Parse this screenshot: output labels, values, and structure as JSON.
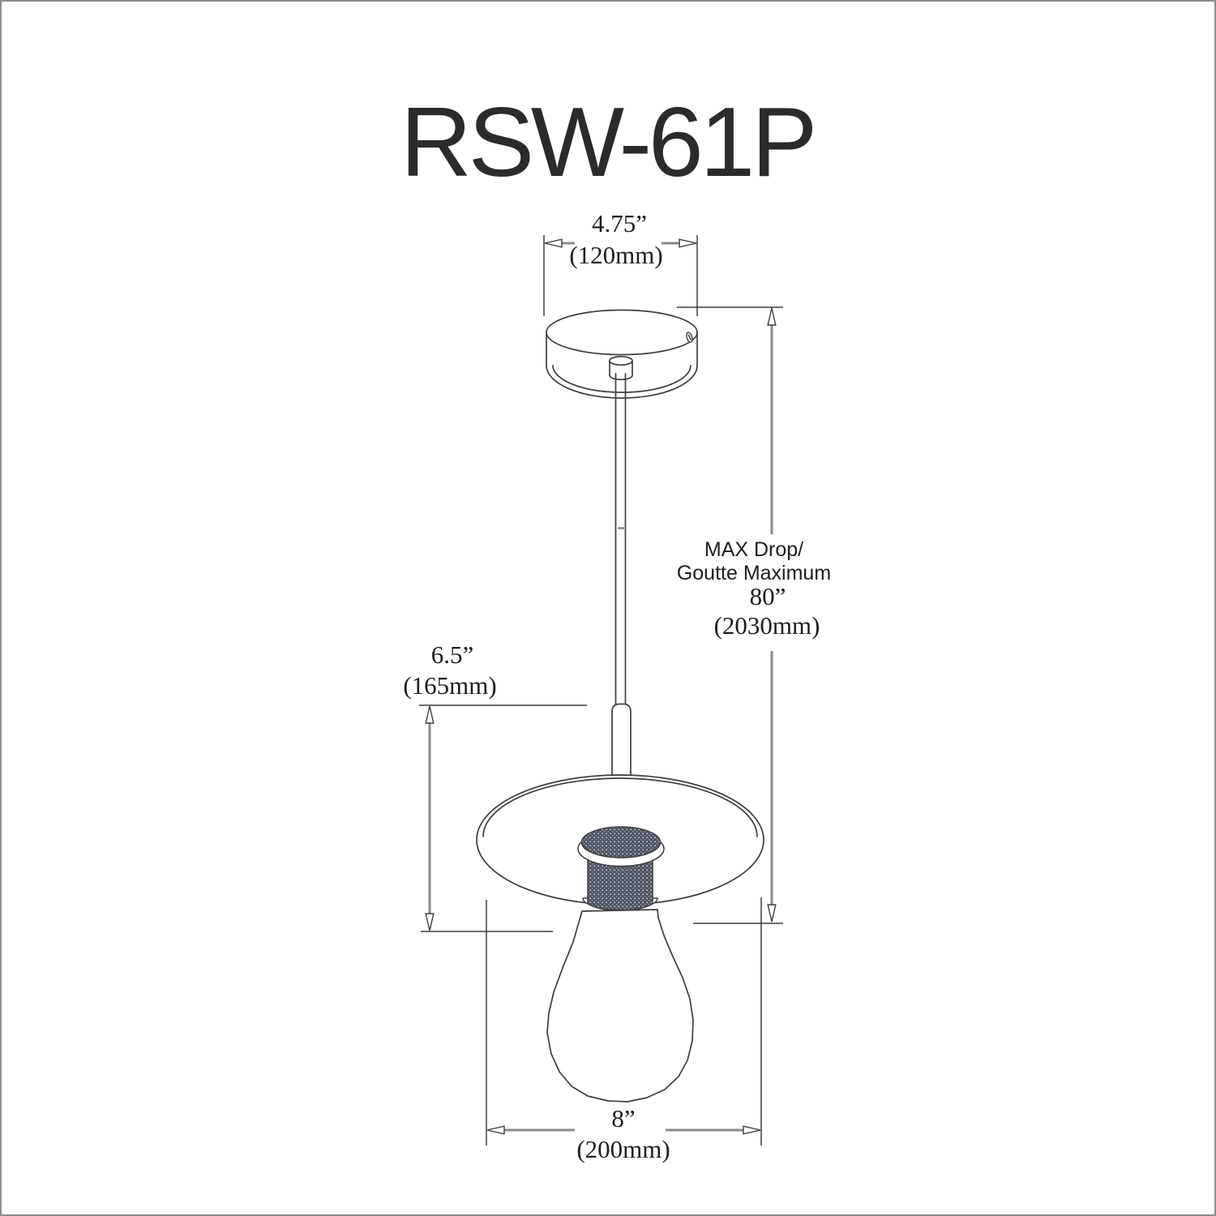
{
  "title": "RSW-61P",
  "colors": {
    "line": "#3d3d3d",
    "dimline": "#8a8a8a",
    "text": "#1e1e1e",
    "knurl": "#4d5360",
    "border": "#8f8f8f"
  },
  "dimensions": {
    "canopy_width": {
      "inches": "4.75”",
      "mm": "(120mm)"
    },
    "fixture_height": {
      "inches": "6.5”",
      "mm": "(165mm)"
    },
    "max_drop": {
      "label_line1": "MAX Drop/",
      "label_line2": "Goutte Maximum",
      "inches": "80”",
      "mm": "(2030mm)"
    },
    "shade_width": {
      "inches": "8”",
      "mm": "(200mm)"
    }
  }
}
